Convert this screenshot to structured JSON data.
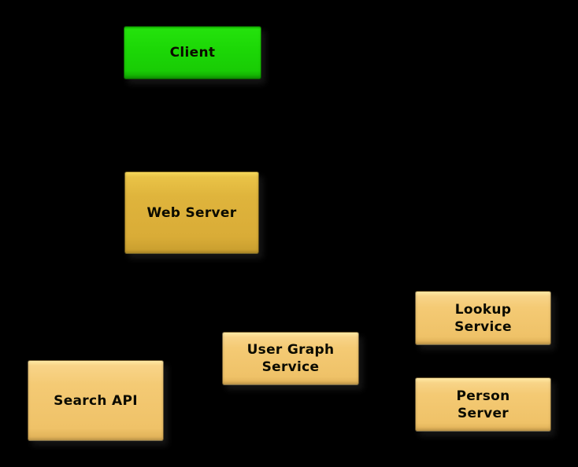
{
  "canvas": {
    "background": "#000000",
    "text_color": "#000000"
  },
  "diagram": {
    "nodes": [
      {
        "id": "client",
        "label": "Client",
        "label_lines": [
          "Client"
        ],
        "fill": "#1cd706",
        "fill_highlight": "#24e20c"
      },
      {
        "id": "web-server",
        "label": "Web Server",
        "label_lines": [
          "Web Server"
        ],
        "fill": "#dfb43c",
        "fill_highlight": "#f6d95c"
      },
      {
        "id": "search-api",
        "label": "Search API",
        "label_lines": [
          "Search API"
        ],
        "fill": "#f4ca74",
        "fill_highlight": "#ffeaa6"
      },
      {
        "id": "user-graph-service",
        "label": "User Graph Service",
        "label_lines": [
          "User Graph",
          "Service"
        ],
        "fill": "#f4ca74",
        "fill_highlight": "#ffeaa6"
      },
      {
        "id": "lookup-service",
        "label": "Lookup Service",
        "label_lines": [
          "Lookup",
          "Service"
        ],
        "fill": "#f4ca74",
        "fill_highlight": "#ffeaa6"
      },
      {
        "id": "person-server",
        "label": "Person Server",
        "label_lines": [
          "Person",
          "Server"
        ],
        "fill": "#f4ca74",
        "fill_highlight": "#ffeaa6"
      }
    ]
  }
}
